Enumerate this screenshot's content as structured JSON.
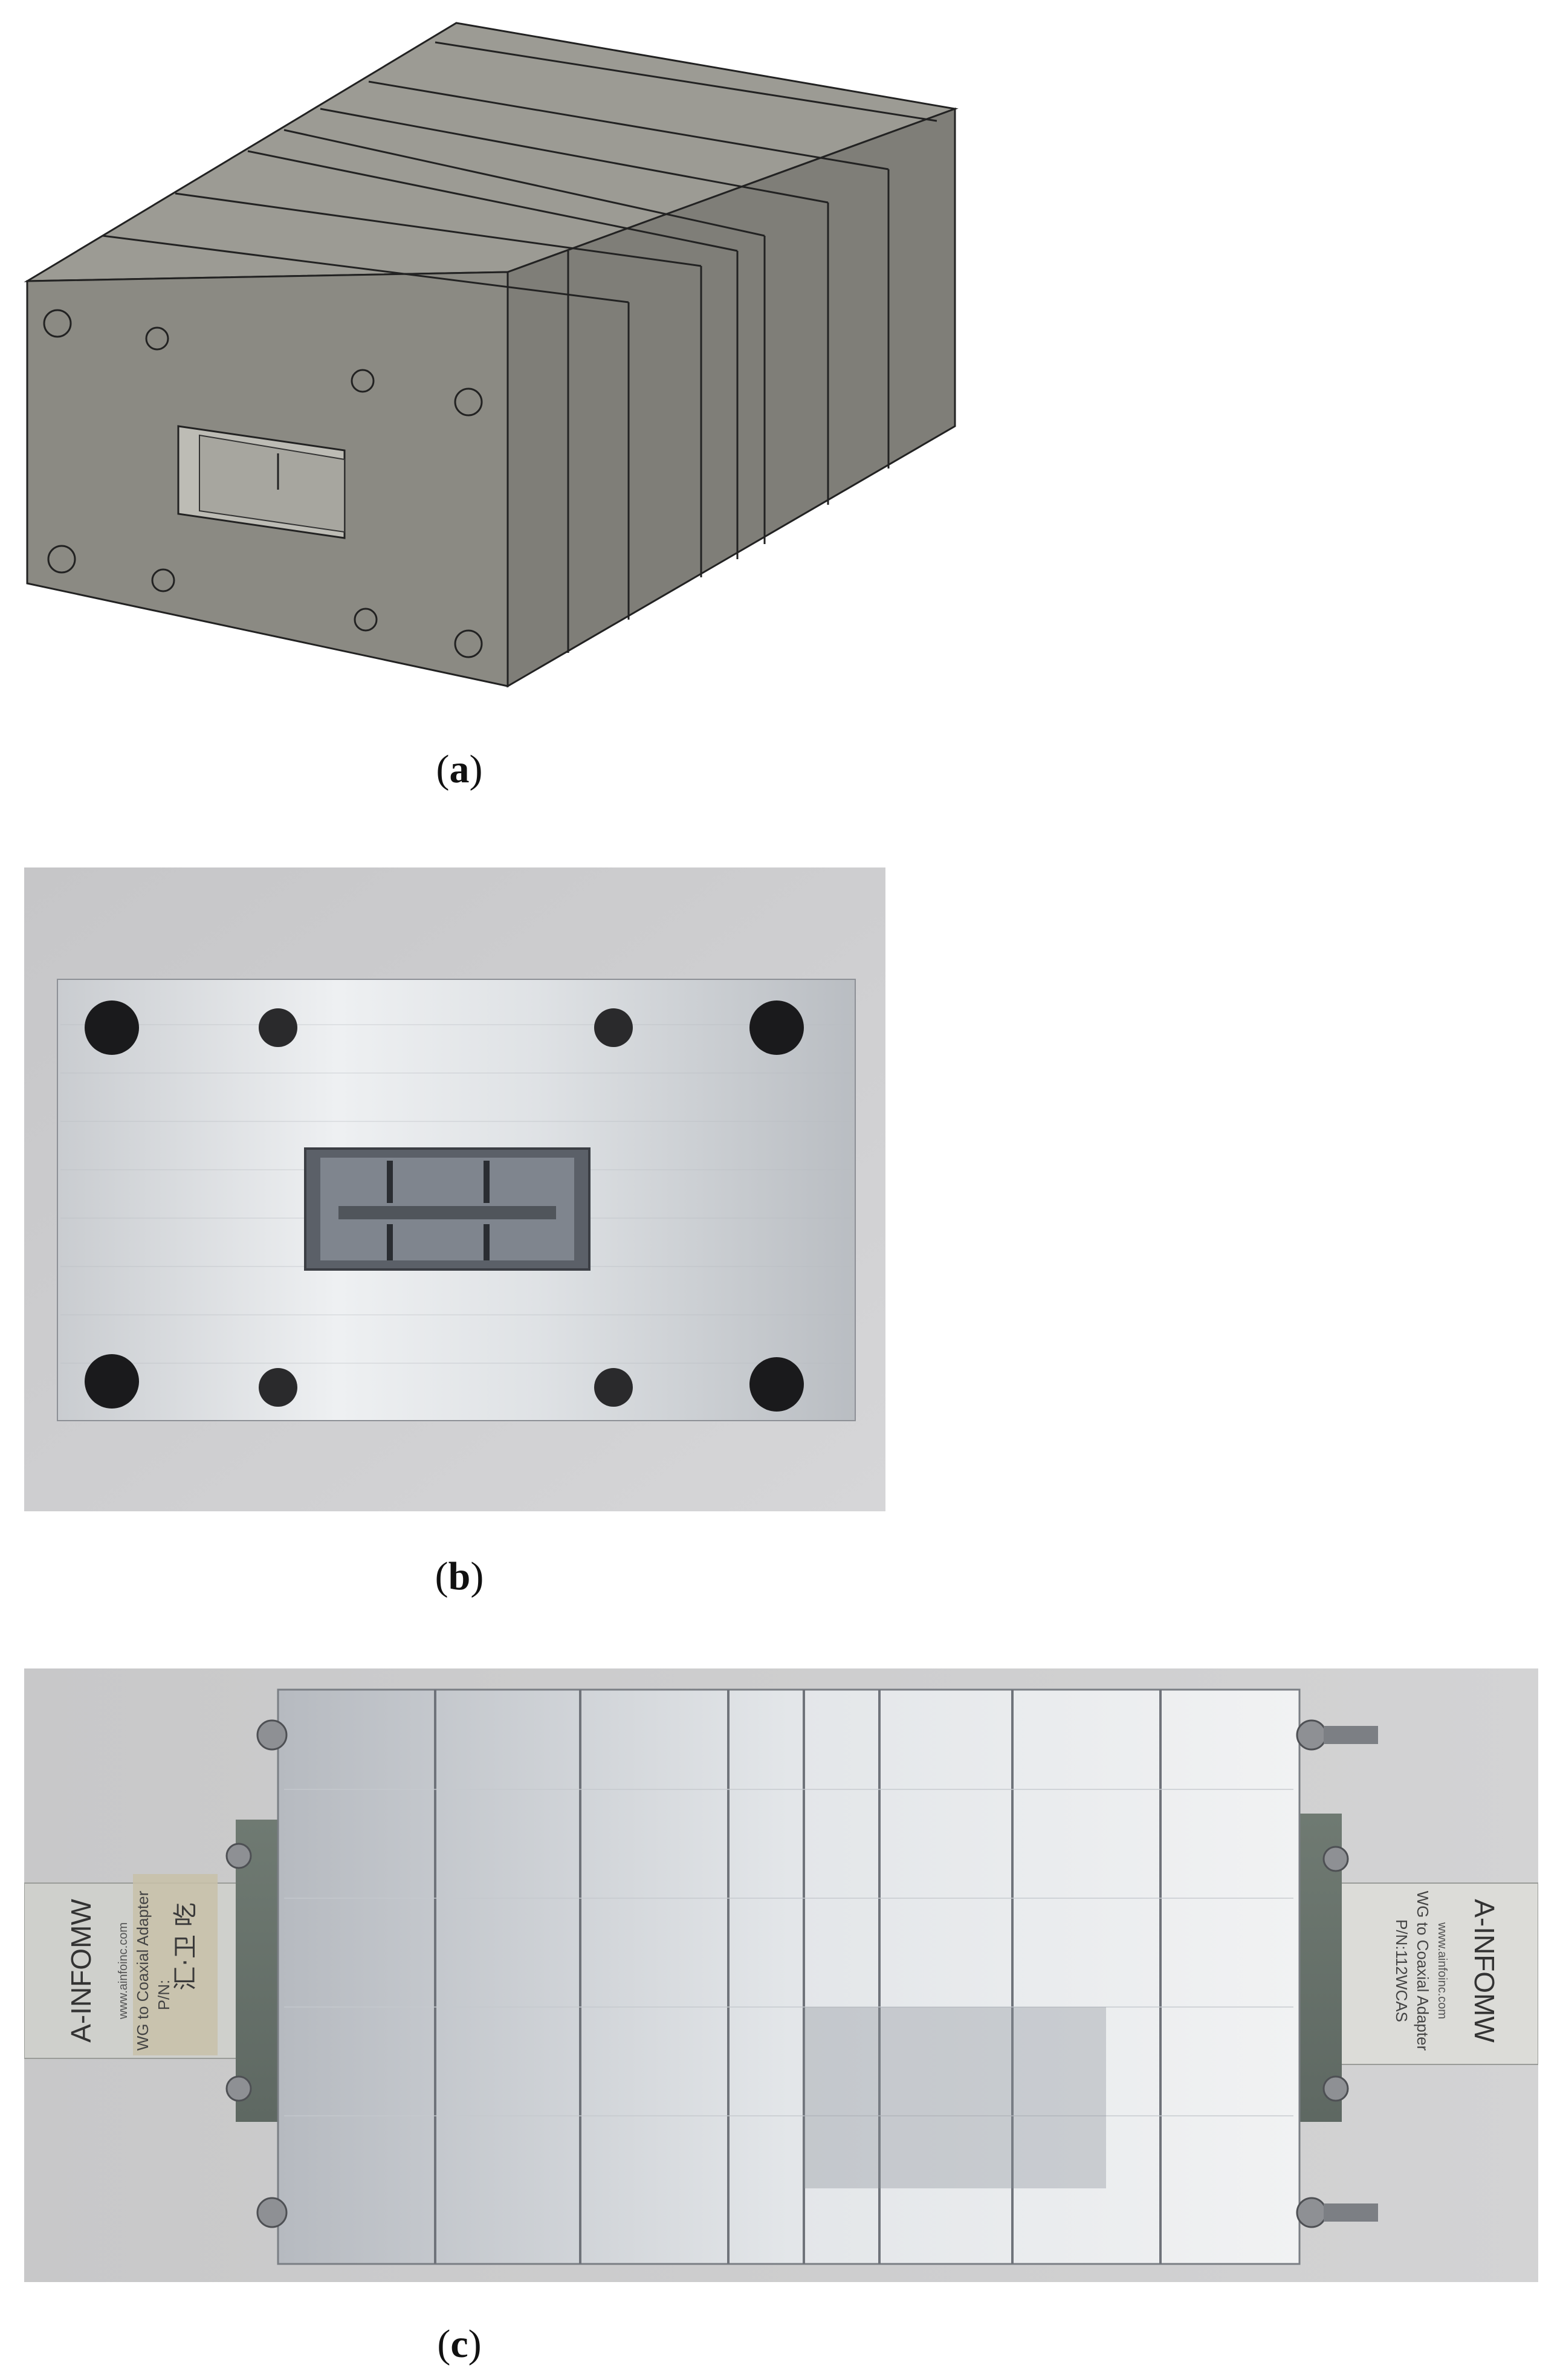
{
  "figure": {
    "panels": [
      {
        "id": "a",
        "caption_open": "(",
        "caption_letter": "a",
        "caption_close": ")"
      },
      {
        "id": "b",
        "caption_open": "(",
        "caption_letter": "b",
        "caption_close": ")"
      },
      {
        "id": "c",
        "caption_open": "(",
        "caption_letter": "c",
        "caption_close": ")"
      }
    ],
    "adapter_left": {
      "brand": "A-INFOMW",
      "url": "www.ainfoinc.com",
      "desc": "WG to Coaxial Adapter",
      "pn": "P/N:",
      "handwriting": "汇·卫 吃"
    },
    "adapter_right": {
      "brand": "A-INFOMW",
      "url": "www.ainfoinc.com",
      "desc": "WG to Coaxial Adapter",
      "pn": "P/N:112WCAS"
    }
  },
  "colors": {
    "cad_gray_front": "#8b8a83",
    "cad_gray_top": "#9c9b94",
    "cad_gray_side": "#7e7d77",
    "metal_light": "#d8dadc",
    "background_gray": "#cfcfd1"
  }
}
